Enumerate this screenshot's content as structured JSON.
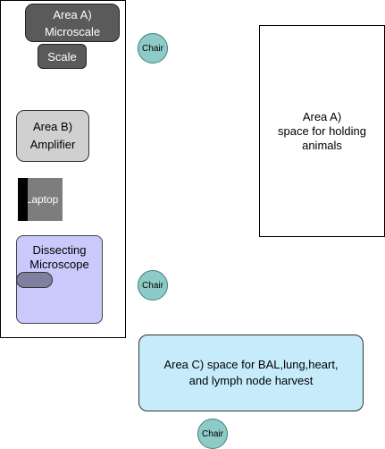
{
  "bench": {
    "microscale": {
      "line1": "Area A)",
      "line2": "Microscale"
    },
    "scale": {
      "label": "Scale"
    },
    "amplifier": {
      "line1": "Area B)",
      "line2": "Amplifier"
    },
    "laptop": {
      "label": "Laptop"
    },
    "dissecting_microscope": {
      "line1": "Dissecting",
      "line2": "Microscope"
    }
  },
  "holding_area": {
    "line1": "Area A)",
    "line2": "space for holding",
    "line3": "animals"
  },
  "harvest_area": {
    "line1": "Area C)  space for BAL,lung,heart,",
    "line2": "and lymph node harvest"
  },
  "chairs": [
    {
      "label": "Chair"
    },
    {
      "label": "Chair"
    },
    {
      "label": "Chair"
    }
  ],
  "colors": {
    "dark_equipment": "#5a5a5a",
    "amplifier": "#d0d0d0",
    "laptop": "#7d7d7d",
    "dissecting_microscope": "#c9c9fb",
    "harvest_area": "#c6ecfb",
    "chair": "#8ecac7"
  }
}
